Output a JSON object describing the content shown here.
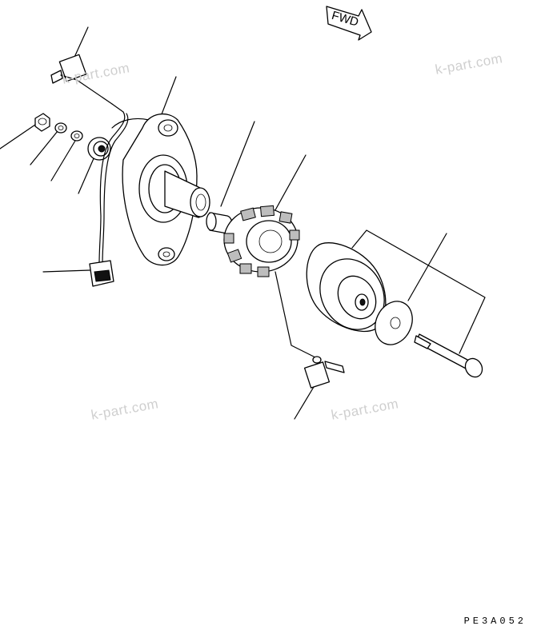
{
  "fwd_label": "FWD",
  "watermark": "k-part.com",
  "drawing_code": "PE3A052",
  "colors": {
    "line": "#000000",
    "watermark": "#cfcfcf",
    "background": "#ffffff"
  },
  "parts": [
    "bolt-tag",
    "nut",
    "spring-washer",
    "washer",
    "bearing",
    "bracket-housing",
    "bushing",
    "stator-coil",
    "flywheel-rotor",
    "thrust-washer",
    "shoulder-bolt",
    "clamp-bolt-tag",
    "connector"
  ]
}
